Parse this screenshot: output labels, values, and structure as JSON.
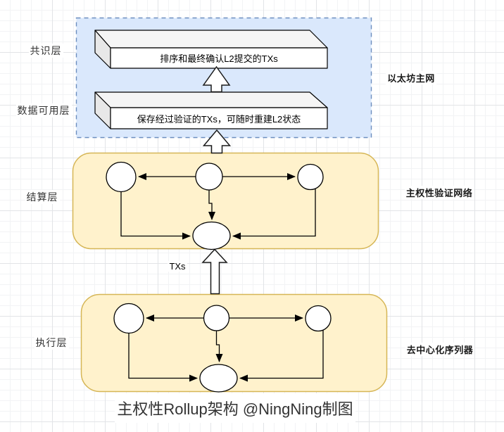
{
  "caption": "主权性Rollup架构 @NingNing制图",
  "layers": {
    "consensus": "共识层",
    "data_availability": "数据可用层",
    "settlement": "结算层",
    "execution": "执行层"
  },
  "regions": {
    "ethereum": "以太坊主网",
    "validation": "主权性验证网络",
    "sequencer": "去中心化序列器"
  },
  "blocks": {
    "consensus": "排序和最终确认L2提交的TXs",
    "data_availability": "保存经过验证的TXs，可随时重建L2状态"
  },
  "flow": {
    "txs": "TXs"
  },
  "colors": {
    "ethereum_region_fill": "#dae8fc",
    "ethereum_region_border": "#6c8ebf",
    "network_region_fill": "#fff2cc",
    "network_region_border": "#d6b656",
    "shape_fill": "#ffffff",
    "cuboid_top_fill": "#f5f5f5",
    "cuboid_side_fill": "#e8e8e8",
    "line": "#000000"
  }
}
